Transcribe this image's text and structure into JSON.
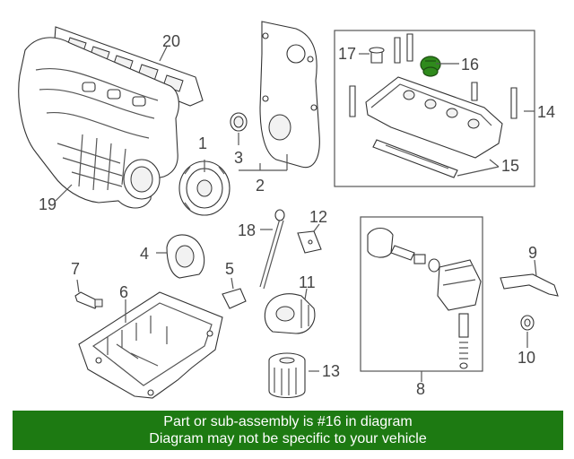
{
  "callouts": [
    {
      "id": "c1",
      "label": "1"
    },
    {
      "id": "c2",
      "label": "2"
    },
    {
      "id": "c3",
      "label": "3"
    },
    {
      "id": "c4",
      "label": "4"
    },
    {
      "id": "c5",
      "label": "5"
    },
    {
      "id": "c6",
      "label": "6"
    },
    {
      "id": "c7",
      "label": "7"
    },
    {
      "id": "c8",
      "label": "8"
    },
    {
      "id": "c9",
      "label": "9"
    },
    {
      "id": "c10",
      "label": "10"
    },
    {
      "id": "c11",
      "label": "11"
    },
    {
      "id": "c12",
      "label": "12"
    },
    {
      "id": "c13",
      "label": "13"
    },
    {
      "id": "c14",
      "label": "14"
    },
    {
      "id": "c15",
      "label": "15"
    },
    {
      "id": "c16",
      "label": "16"
    },
    {
      "id": "c17",
      "label": "17"
    },
    {
      "id": "c18",
      "label": "18"
    },
    {
      "id": "c19",
      "label": "19"
    },
    {
      "id": "c20",
      "label": "20"
    }
  ],
  "highlight": {
    "part": "16",
    "color": "#2f8a1c"
  },
  "banner": {
    "line1": "Part or sub-assembly is #16 in diagram",
    "line2": "Diagram may not be specific to your vehicle",
    "color": "#1d7a12"
  }
}
